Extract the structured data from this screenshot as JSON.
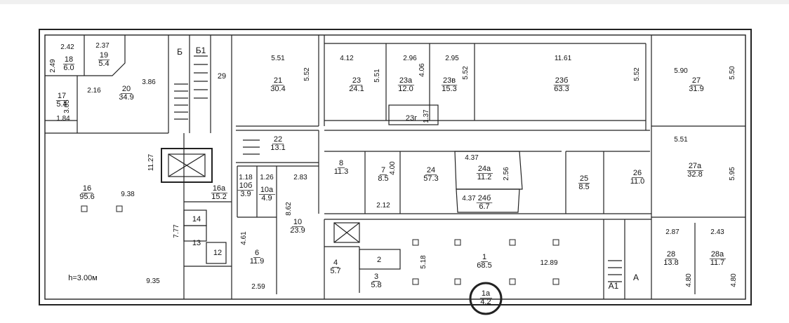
{
  "plan": {
    "height_note": "h=3.00м",
    "rooms": [
      {
        "id": "r18",
        "num": "18",
        "area": "6.0"
      },
      {
        "id": "r19",
        "num": "19",
        "area": "5.4"
      },
      {
        "id": "r17",
        "num": "17",
        "area": "5.4"
      },
      {
        "id": "r20",
        "num": "20",
        "area": "34.9"
      },
      {
        "id": "r16",
        "num": "16",
        "area": "95.6"
      },
      {
        "id": "r16a",
        "num": "16а",
        "area": "15.2"
      },
      {
        "id": "r21",
        "num": "21",
        "area": "30.4"
      },
      {
        "id": "r23",
        "num": "23",
        "area": "24.1"
      },
      {
        "id": "r23a",
        "num": "23а",
        "area": "12.0"
      },
      {
        "id": "r23v",
        "num": "23в",
        "area": "15.3"
      },
      {
        "id": "r23b",
        "num": "23б",
        "area": "63.3"
      },
      {
        "id": "r27",
        "num": "27",
        "area": "31.9"
      },
      {
        "id": "r22",
        "num": "22",
        "area": "13.1"
      },
      {
        "id": "r10b",
        "num": "10б",
        "area": "3.9"
      },
      {
        "id": "r10a",
        "num": "10а",
        "area": "4.9"
      },
      {
        "id": "r10",
        "num": "10",
        "area": "23.9"
      },
      {
        "id": "r6",
        "num": "6",
        "area": "11.9"
      },
      {
        "id": "r8",
        "num": "8",
        "area": "11.3"
      },
      {
        "id": "r7",
        "num": "7",
        "area": "8.5"
      },
      {
        "id": "r24",
        "num": "24",
        "area": "57.3"
      },
      {
        "id": "r24a",
        "num": "24а",
        "area": "11.2"
      },
      {
        "id": "r24b",
        "num": "24б",
        "area": "6.7"
      },
      {
        "id": "r25",
        "num": "25",
        "area": "8.5"
      },
      {
        "id": "r26",
        "num": "26",
        "area": "11.0"
      },
      {
        "id": "r27a",
        "num": "27а",
        "area": "32.8"
      },
      {
        "id": "r1",
        "num": "1",
        "area": "68.5"
      },
      {
        "id": "r1a",
        "num": "1а",
        "area": "4.2"
      },
      {
        "id": "r28",
        "num": "28",
        "area": "13.8"
      },
      {
        "id": "r28a",
        "num": "28а",
        "area": "11.7"
      },
      {
        "id": "r4",
        "num": "4",
        "area": "5.7"
      },
      {
        "id": "r3",
        "num": "3",
        "area": "5.8"
      }
    ],
    "labels": {
      "b": "Б",
      "b1": "Б1",
      "a": "А",
      "a1": "А1",
      "r29": "29",
      "r14": "14",
      "r13": "13",
      "r12": "12",
      "r2": "2",
      "r23g": "23г"
    },
    "dims": {
      "d242": "2.42",
      "d237": "2.37",
      "d249": "2.49",
      "d216": "2.16",
      "d386": "3.86",
      "d305": "3.05",
      "d184": "1.84",
      "d1127": "11.27",
      "d938": "9.38",
      "d777": "7.77",
      "d935": "9.35",
      "d551a": "5.51",
      "d552a": "5.52",
      "d412": "4.12",
      "d551b": "5.51",
      "d296": "2.96",
      "d406": "4.06",
      "d295": "2.95",
      "d552b": "5.52",
      "d1161": "11.61",
      "d552c": "5.52",
      "d590": "5.90",
      "d550": "5.50",
      "d137": "1.37",
      "d118": "1.18",
      "d126": "1.26",
      "d283": "2.83",
      "d862": "8.62",
      "d461": "4.61",
      "d259": "2.59",
      "d400": "4.00",
      "d212": "2.12",
      "d437a": "4.37",
      "d256": "2.56",
      "d437b": "4.37",
      "d551c": "5.51",
      "d595": "5.95",
      "d518": "5.18",
      "d1289": "12.89",
      "d287": "2.87",
      "d243": "2.43",
      "d480a": "4.80",
      "d480b": "4.80"
    }
  }
}
